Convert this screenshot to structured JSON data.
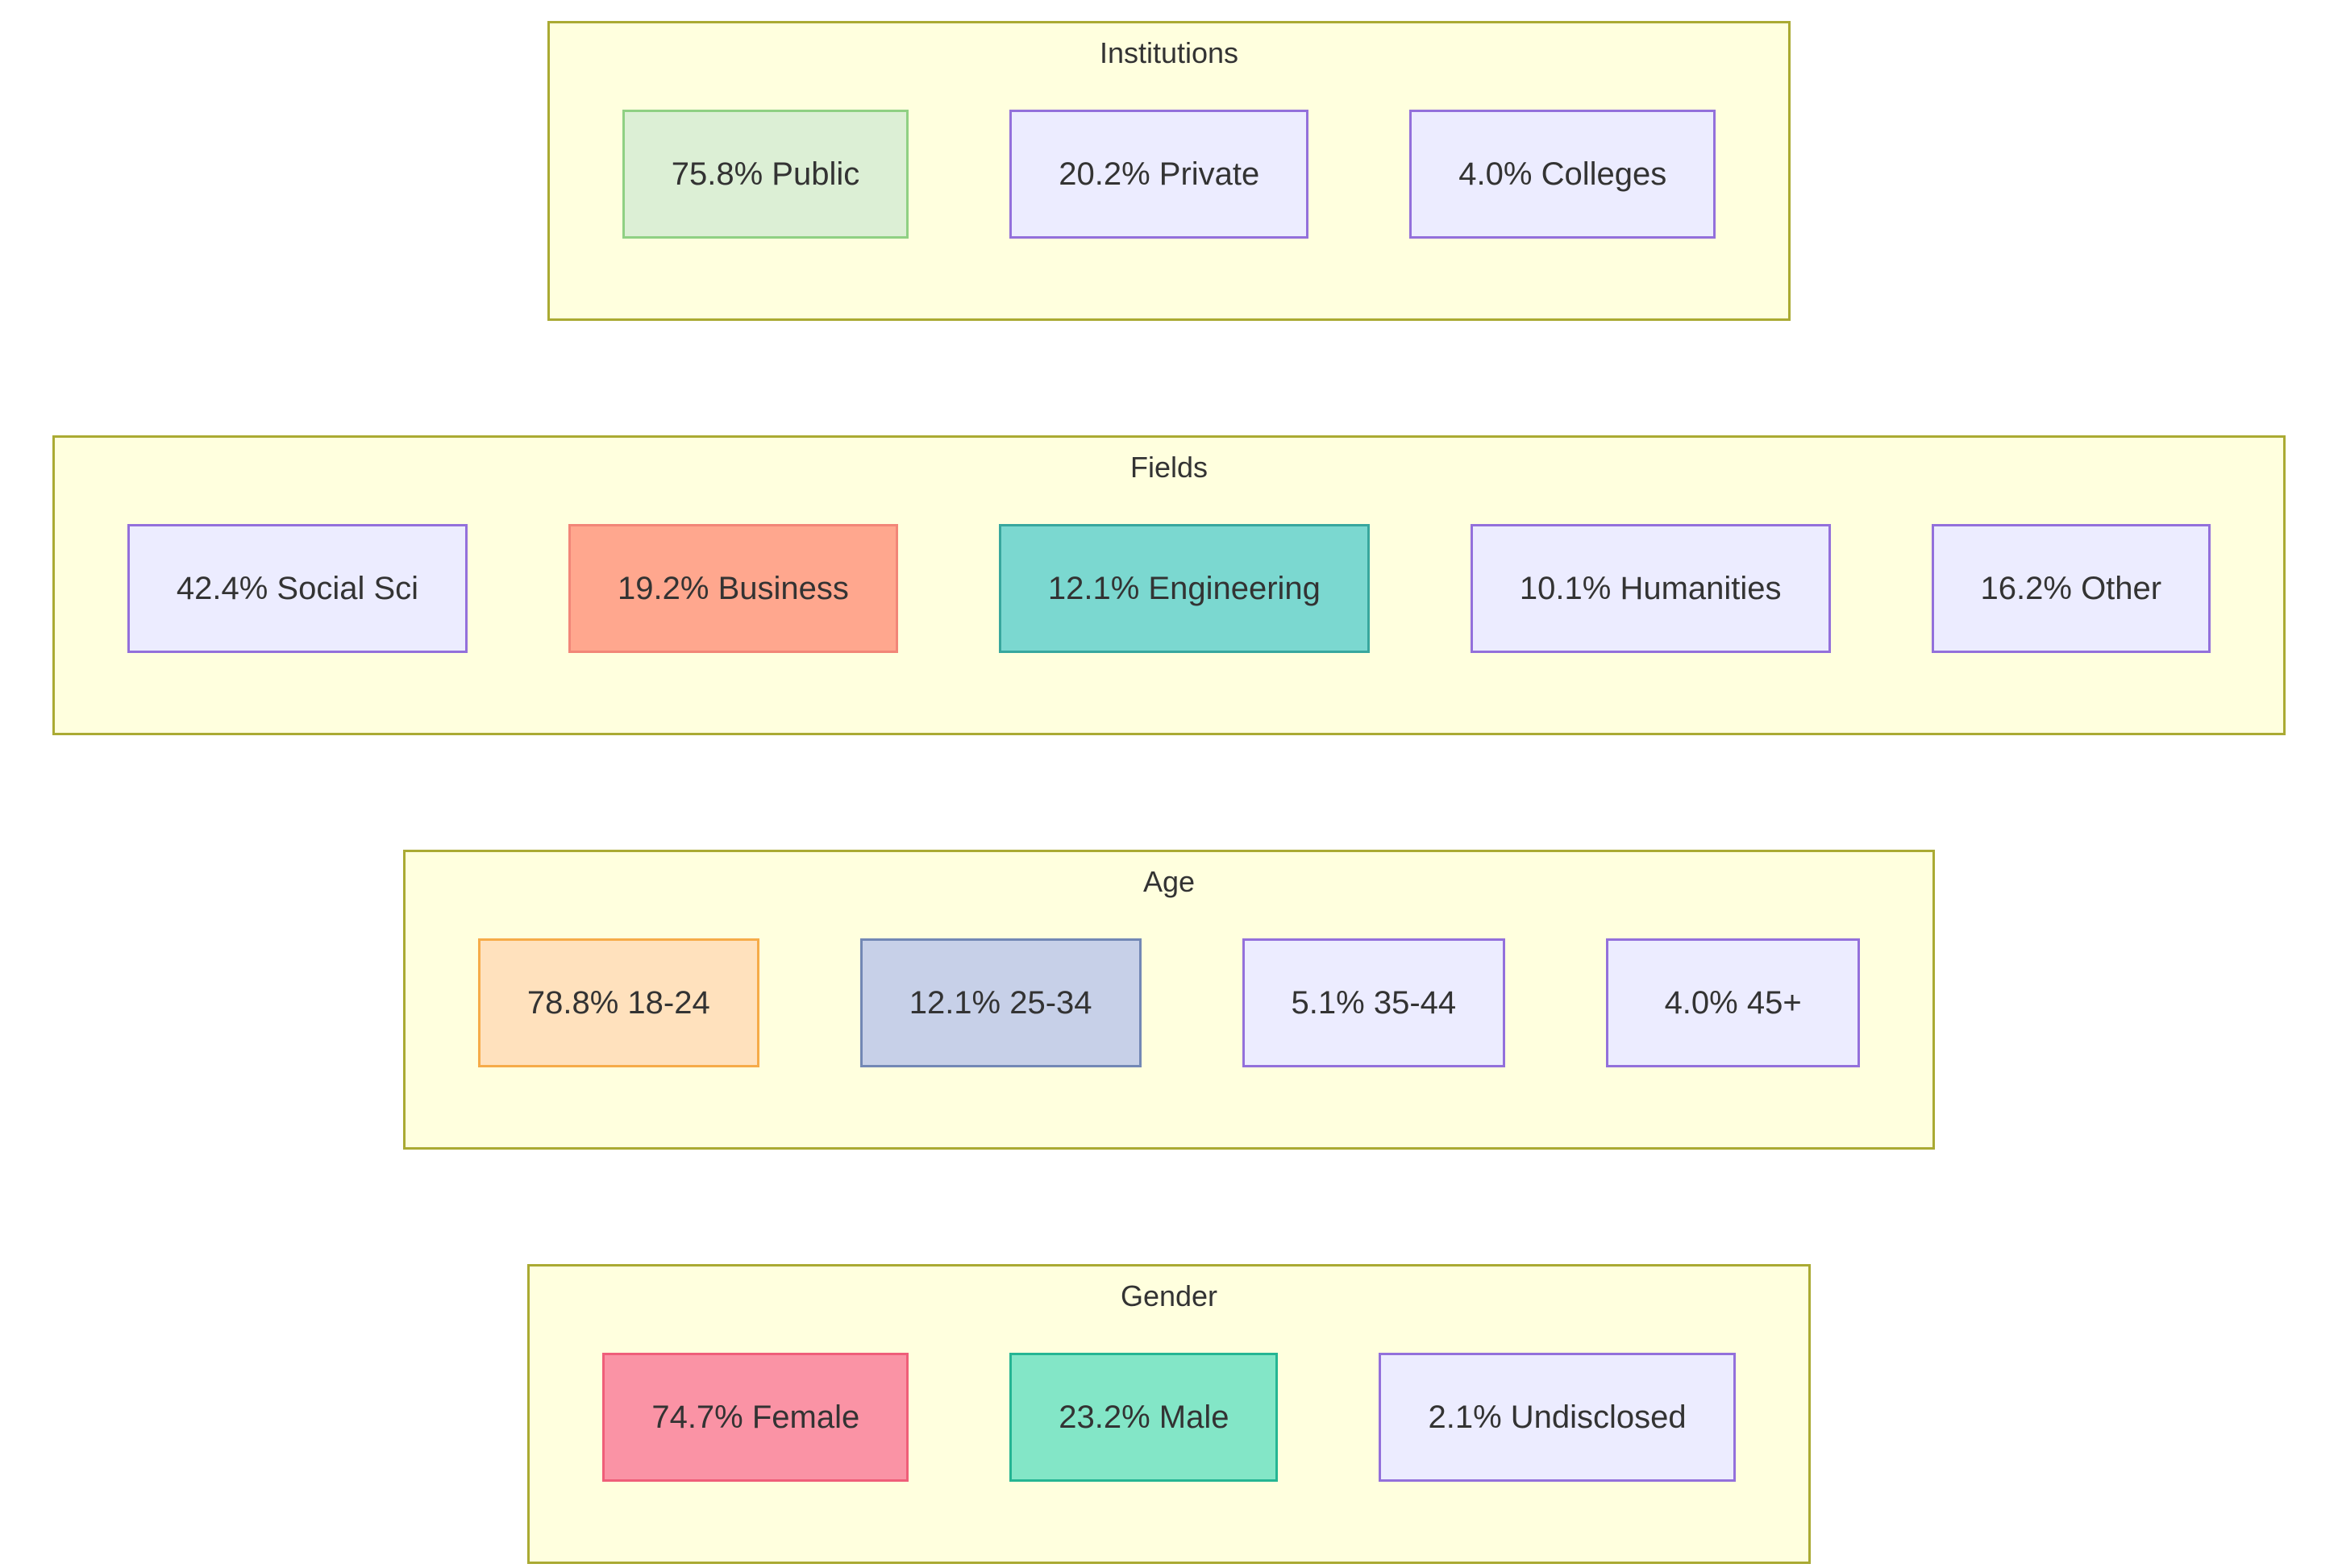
{
  "diagram": {
    "style": {
      "page_background": "#ffffff",
      "group_fill": "#ffffde",
      "group_border": "#aaaa33",
      "text_color": "#333333",
      "default_node_fill": "#ececff",
      "default_node_border": "#9370db"
    },
    "groups": [
      {
        "title": "Institutions",
        "nodes": [
          {
            "label": "75.8% Public",
            "fill": "#dcefd5",
            "border": "#8fd083"
          },
          {
            "label": "20.2% Private",
            "fill": "#ececff",
            "border": "#9370db"
          },
          {
            "label": "4.0% Colleges",
            "fill": "#ececff",
            "border": "#9370db"
          }
        ]
      },
      {
        "title": "Fields",
        "nodes": [
          {
            "label": "42.4% Social Sci",
            "fill": "#ececff",
            "border": "#9370db"
          },
          {
            "label": "19.2% Business",
            "fill": "#ffa78e",
            "border": "#f28678"
          },
          {
            "label": "12.1% Engineering",
            "fill": "#7bd8d0",
            "border": "#38a79e"
          },
          {
            "label": "10.1% Humanities",
            "fill": "#ececff",
            "border": "#9370db"
          },
          {
            "label": "16.2% Other",
            "fill": "#ececff",
            "border": "#9370db"
          }
        ]
      },
      {
        "title": "Age",
        "nodes": [
          {
            "label": "78.8% 18-24",
            "fill": "#ffe1bd",
            "border": "#f6ab49"
          },
          {
            "label": "12.1% 25-34",
            "fill": "#c7d0e8",
            "border": "#7388b5"
          },
          {
            "label": "5.1% 35-44",
            "fill": "#ececff",
            "border": "#9370db"
          },
          {
            "label": "4.0% 45+",
            "fill": "#ececff",
            "border": "#9370db"
          }
        ]
      },
      {
        "title": "Gender",
        "nodes": [
          {
            "label": "74.7% Female",
            "fill": "#fa93a5",
            "border": "#ef5e79"
          },
          {
            "label": "23.2% Male",
            "fill": "#83e6c7",
            "border": "#25b593"
          },
          {
            "label": "2.1% Undisclosed",
            "fill": "#ececff",
            "border": "#9370db"
          }
        ]
      }
    ]
  }
}
